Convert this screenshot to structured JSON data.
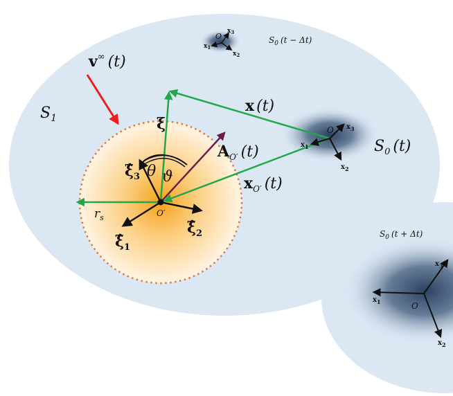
{
  "labels": {
    "S1": "S",
    "S1_sub": "1",
    "v_inf": "v",
    "v_inf_sup": "∞",
    "v_inf_arg": "(t)",
    "xi": "ξ",
    "x_t": "x",
    "x_t_arg": "(t)",
    "A": "A",
    "A_sub": "O′",
    "A_arg": "(t)",
    "xO": "x",
    "xO_sub": "O′",
    "xO_arg": "(t)",
    "theta": "θ",
    "vartheta": "ϑ",
    "xi3": "ξ̂",
    "xi3_sub": "3",
    "xi2": "ξ̂",
    "xi2_sub": "2",
    "xi1": "ξ̂",
    "xi1_sub": "1",
    "rs": "r",
    "rs_sub": "s",
    "Oprime": "O′",
    "S0_now": "S",
    "S0_now_sub": "0",
    "S0_now_arg": "(t)",
    "S0_past": "S",
    "S0_past_sub": "0",
    "S0_past_arg": "(t − Δt)",
    "S0_future": "S",
    "S0_future_sub": "0",
    "S0_future_arg": "(t + Δt)",
    "O": "O",
    "ax_x1": "x",
    "ax_x1_sub": "1",
    "ax_x2": "x",
    "ax_x2_sub": "2",
    "ax_x3": "x",
    "ax_x3_sub": "3"
  },
  "colors": {
    "domain_fill": "#dbe7f3",
    "green_vector": "#22a84a",
    "red_vector": "#ee1c1c",
    "purple_vector": "#6a1f4a",
    "sphere_border": "#e07a3a",
    "sphere_center": "#f6a31a",
    "dark_body": "#2c4160"
  }
}
